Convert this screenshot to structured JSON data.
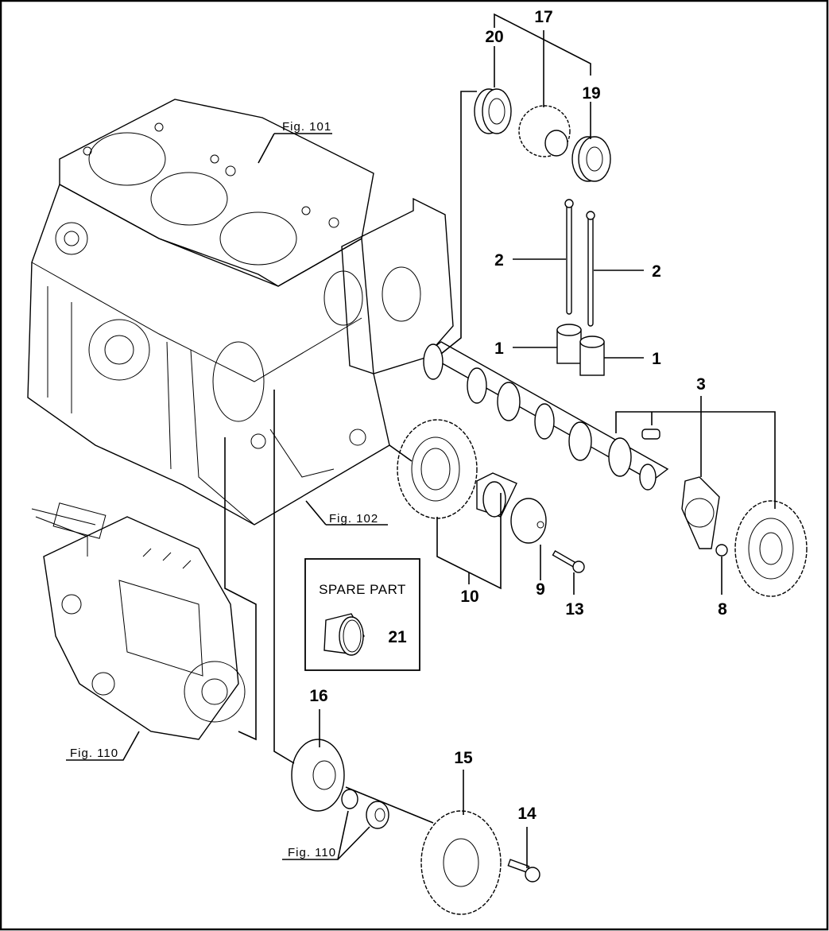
{
  "diagram": {
    "callouts": {
      "c20": "20",
      "c17": "17",
      "c19": "19",
      "c2a": "2",
      "c2b": "2",
      "c1a": "1",
      "c1b": "1",
      "c3": "3",
      "c8": "8",
      "c9": "9",
      "c10": "10",
      "c13": "13",
      "c16": "16",
      "c15": "15",
      "c14": "14",
      "c21": "21"
    },
    "figure_refs": {
      "fig101": "Fig. 101",
      "fig102": "Fig. 102",
      "fig110_pump": "Fig. 110",
      "fig110_parts": "Fig. 110"
    },
    "spare_part": {
      "title": "SPARE PART"
    }
  }
}
